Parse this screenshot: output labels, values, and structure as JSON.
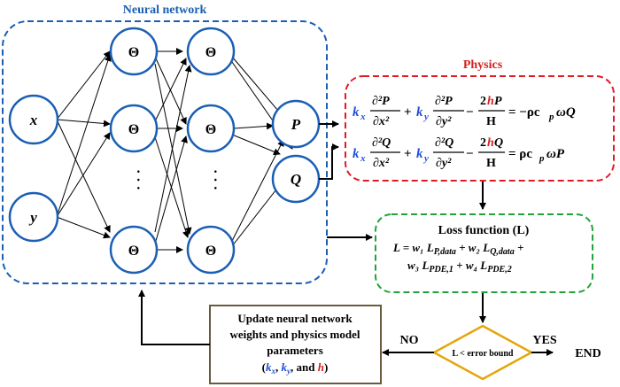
{
  "nn_title": "Neural network",
  "physics_title": "Physics",
  "inputs": [
    "x",
    "y"
  ],
  "hidden_label": "Θ",
  "ellipsis": "· · ·",
  "outputs": [
    "P",
    "Q"
  ],
  "equations": {
    "eq1": {
      "kx": "k",
      "kx_sub": "x",
      "t1_num": "∂²P",
      "t1_den": "∂x²",
      "plus": "+",
      "ky": "k",
      "ky_sub": "y",
      "t2_num": "∂²P",
      "t2_den": "∂y²",
      "minus": "−",
      "t3_num_a": "2",
      "t3_h": "h",
      "t3_num_b": "P",
      "t3_den": "H",
      "rhs": "= −ρc",
      "rhs_sub": "p",
      "rhs_tail": "ωQ"
    },
    "eq2": {
      "kx": "k",
      "kx_sub": "x",
      "t1_num": "∂²Q",
      "t1_den": "∂x²",
      "plus": "+",
      "ky": "k",
      "ky_sub": "y",
      "t2_num": "∂²Q",
      "t2_den": "∂y²",
      "minus": "−",
      "t3_num_a": "2",
      "t3_h": "h",
      "t3_num_b": "Q",
      "t3_den": "H",
      "rhs": "= ρc",
      "rhs_sub": "p",
      "rhs_tail": "ωP"
    }
  },
  "loss": {
    "title": "Loss function (L)",
    "line1": "L = w₁ L",
    "line1_sub": "P,data",
    "line1_mid": " + w₂ L",
    "line1_sub2": "Q,data",
    "line1_end": " +",
    "line2": "w₃ L",
    "line2_sub": "PDE,1",
    "line2_mid": " + w₄ L",
    "line2_sub2": "PDE,2"
  },
  "decision": {
    "label": "L < error bound"
  },
  "yes_label": "YES",
  "no_label": "NO",
  "end_label": "END",
  "update": {
    "line1": "Update neural network",
    "line2": "weights and physics model",
    "line3": "parameters",
    "line4_open": "(",
    "kx": "k",
    "kx_sub": "x",
    "comma1": ", ",
    "ky": "k",
    "ky_sub": "y",
    "and": ", and ",
    "h": "h",
    "close": ")"
  },
  "colors": {
    "nn_border": "#1a5fb4",
    "node_border": "#1a5fb4",
    "physics_border": "#e01b24",
    "loss_border": "#1fa33a",
    "decision_border": "#e5a50a",
    "update_border": "#6b5a3e",
    "param_blue": "#1f4fd8",
    "param_red": "#d42020"
  }
}
